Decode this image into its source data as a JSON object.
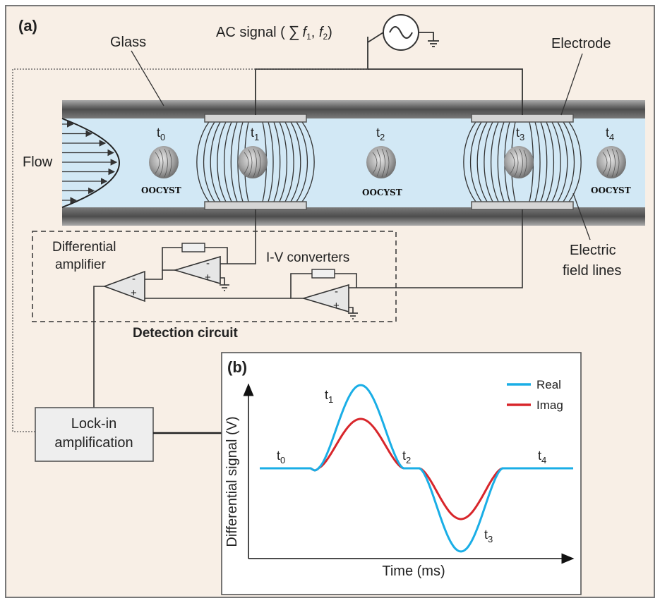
{
  "panel_a": {
    "label": "(a)",
    "glass": "Glass",
    "ac_signal": "AC signal (",
    "ac_sum": "∑",
    "ac_freqs": "f",
    "ac_f1_sub": "1",
    "ac_comma": ", ",
    "ac_f2_sub": "2",
    "ac_close": ")",
    "electrode": "Electrode",
    "flow": "Flow",
    "electric_field_line1": "Electric",
    "electric_field_line2": "field lines",
    "differential_line1": "Differential",
    "differential_line2": "amplifier",
    "iv_converters": "I-V converters",
    "detection_circuit": "Detection circuit",
    "lockin_line1": "Lock-in",
    "lockin_line2": "amplification",
    "oocyst": "OOCYST",
    "t": "t",
    "t0_sub": "0",
    "t1_sub": "1",
    "t2_sub": "2",
    "t3_sub": "3",
    "t4_sub": "4",
    "minus": "-",
    "plus": "+"
  },
  "panel_b": {
    "label": "(b)",
    "xlabel": "Time (ms)",
    "ylabel": "Differential signal (V)",
    "legend_real": "Real",
    "legend_imag": "Imag",
    "t": "t",
    "t0_sub": "0",
    "t1_sub": "1",
    "t2_sub": "2",
    "t3_sub": "3",
    "t4_sub": "4"
  },
  "colors": {
    "real": "#1aaee6",
    "imag": "#d8262b",
    "channel": "#d2e8f5",
    "panel_bg": "#f8efe6",
    "glass": "#555555"
  }
}
